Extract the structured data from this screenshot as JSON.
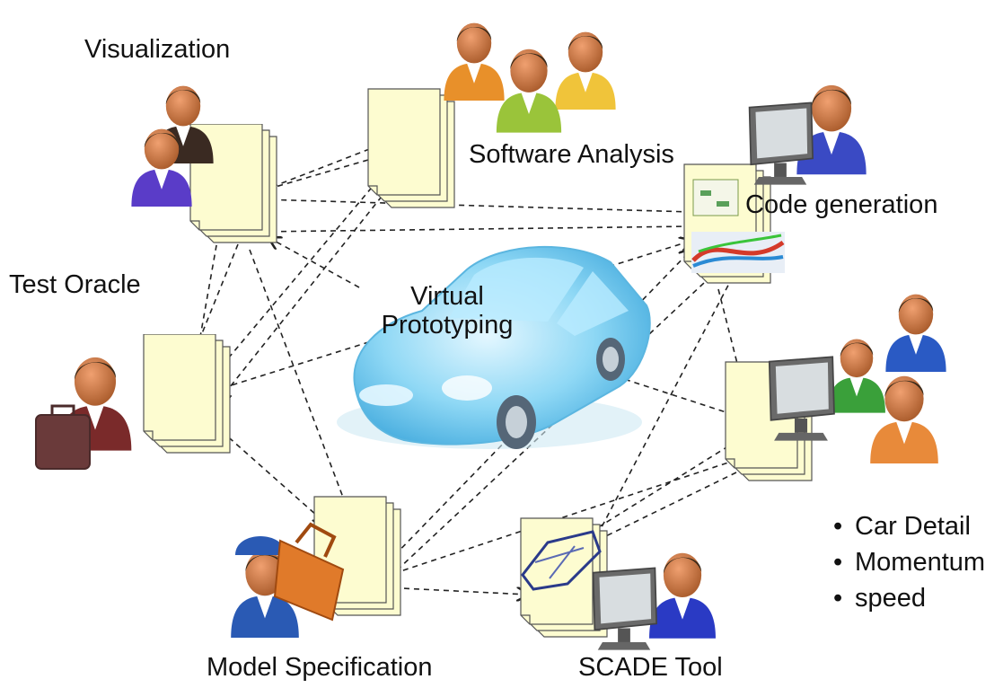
{
  "labels": {
    "visualization": "Visualization",
    "software_analysis": "Software Analysis",
    "code_generation": "Code generation",
    "test_oracle": "Test  Oracle",
    "virtual_prototyping_line1": "Virtual",
    "virtual_prototyping_line2": "Prototyping",
    "model_specification": "Model  Specification",
    "scade_tool": "SCADE Tool"
  },
  "bullets": [
    "Car Detail",
    "Momentum",
    "speed"
  ],
  "colors": {
    "document_fill": "#fdfcd0",
    "document_stroke": "#555555",
    "car_body": "#7fd0f0",
    "arrow": "#222222",
    "skin": "#b86a3a"
  },
  "icons": [
    "person-icon",
    "computer-monitor-icon",
    "toolbox-icon",
    "briefcase-icon",
    "car-icon",
    "document-stack-icon"
  ]
}
